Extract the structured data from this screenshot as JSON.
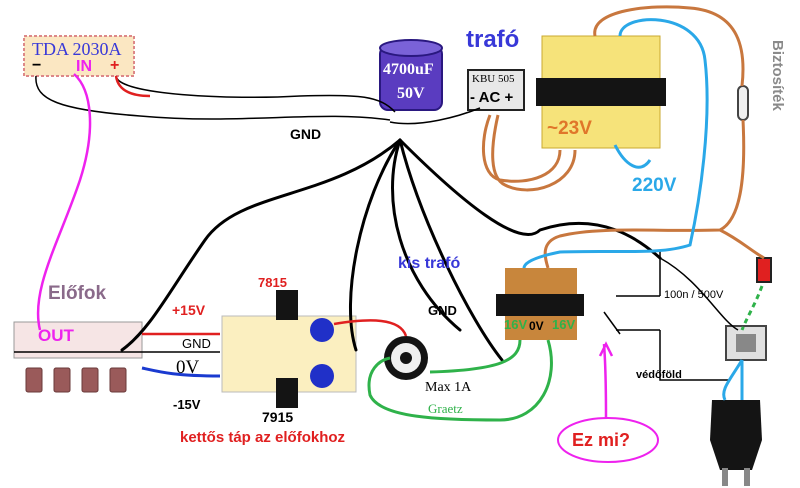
{
  "amp": {
    "chip": "TDA 2030A",
    "pin_minus": "−",
    "pin_in": "IN",
    "pin_plus": "+"
  },
  "capacitor": {
    "value": "4700uF",
    "voltage": "50V"
  },
  "rectifier": {
    "part": "KBU 505",
    "pins": "- AC +"
  },
  "transformer": {
    "title": "trafó",
    "secondary": "~23V",
    "mains": "220V",
    "fuse": "Biztosíték"
  },
  "small_transformer": {
    "title": "kis trafó",
    "taps": [
      "16V",
      "0V",
      "16V"
    ]
  },
  "preamp": {
    "title": "Előfok",
    "out": "OUT"
  },
  "supply": {
    "plus15": "+15V",
    "gnd": "GND",
    "zero": "0V",
    "minus15": "-15V",
    "reg_pos": "7815",
    "reg_neg": "7915",
    "caption": "kettős táp az előfokhoz",
    "bridge_note": "Max 1A",
    "bridge_name": "Graetz"
  },
  "wiring": {
    "gnd_top": "GND",
    "gnd_mid": "GND"
  },
  "safety": {
    "snubber": "100n / 500V",
    "earth": "védőföld",
    "question": "Ez mi?"
  },
  "colors": {
    "transformer_body": "#f6e37a",
    "tda_box": "#fbe7c2",
    "preamp_board": "#f6e5e5",
    "supply_board": "#fbefc0",
    "wire_black": "#000000",
    "wire_brown": "#c8773e",
    "wire_blue": "#2aa8e8",
    "wire_green": "#2fb24a",
    "wire_red": "#e02020",
    "wire_magenta": "#ee22ee",
    "label_blue": "#3838d8",
    "label_red": "#e02020",
    "label_purple": "#8a6a8a"
  }
}
